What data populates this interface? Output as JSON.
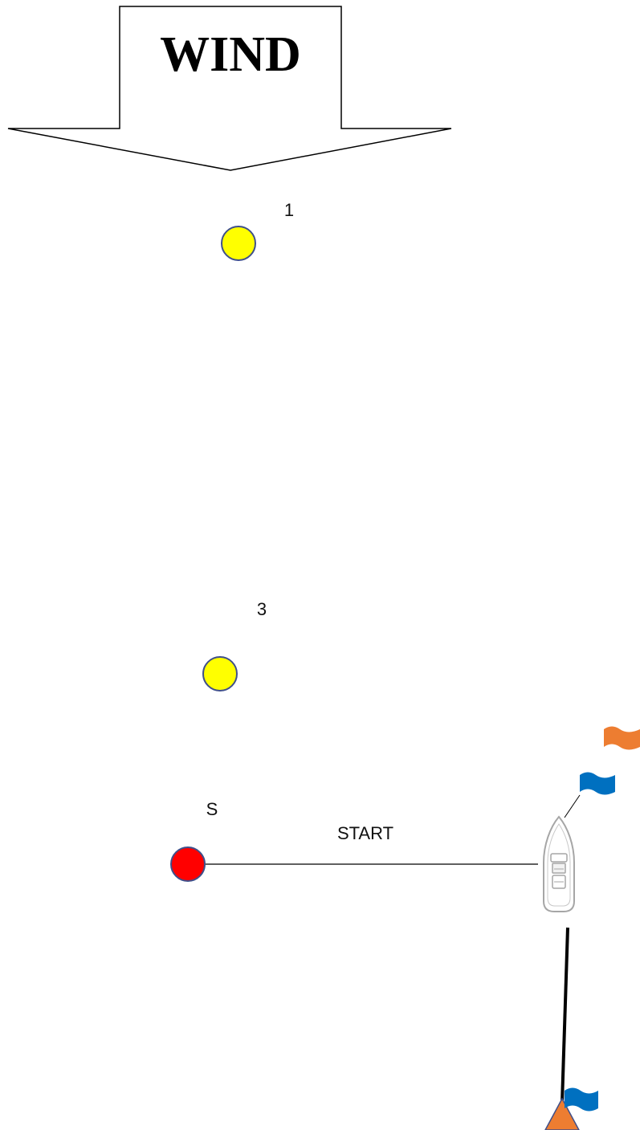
{
  "wind_arrow": {
    "label": "WIND"
  },
  "marks": [
    {
      "id": "mark-1",
      "label": "1",
      "color": "#ffff00"
    },
    {
      "id": "mark-3",
      "label": "3",
      "color": "#ffff00"
    },
    {
      "id": "mark-s",
      "label": "S",
      "color": "#ff0000"
    }
  ],
  "start_line": {
    "label": "START"
  },
  "colors": {
    "mark_outline": "#3f4f8a",
    "orange_flag": "#ed7d31",
    "blue_flag": "#0070c0",
    "boat_outline": "#a6a6a6",
    "line": "#000000",
    "wind_arrow_fill": "#ffffff",
    "wind_arrow_stroke": "#000000"
  }
}
